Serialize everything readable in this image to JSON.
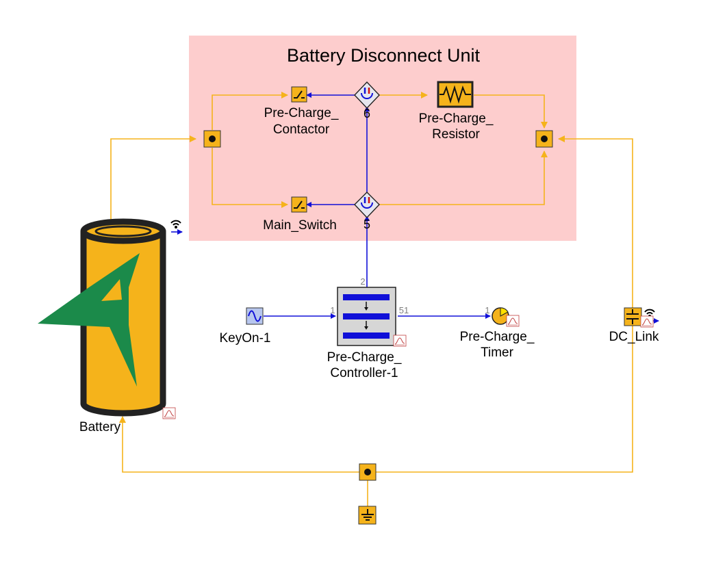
{
  "group": {
    "title": "Battery Disconnect Unit"
  },
  "blocks": {
    "battery": "Battery",
    "dc_link": "DC_Link",
    "key_on": "KeyOn-1",
    "timer_line1": "Pre-Charge_",
    "timer_line2": "Timer",
    "controller_line1": "Pre-Charge_",
    "controller_line2": "Controller-1",
    "contactor_line1": "Pre-Charge_",
    "contactor_line2": "Contactor",
    "resistor_line1": "Pre-Charge_",
    "resistor_line2": "Resistor",
    "main_switch": "Main_Switch",
    "demux_top_index": "6",
    "demux_bottom_index": "5"
  },
  "ports": {
    "controller_top": "2",
    "controller_left": "1",
    "controller_right": "51",
    "timer_in": "1"
  },
  "colors": {
    "electrical_wire": "#f5b31b",
    "signal_wire": "#1010d8",
    "group_background": "#fdcdcd",
    "component_fill": "#f5b31b",
    "battery_logo": "#1b8a4a"
  },
  "icons": {
    "battery": "battery-cell-icon",
    "dc_link": "capacitor-icon",
    "ground": "ground-icon",
    "node": "junction-node-icon",
    "switch": "switch-icon",
    "resistor": "resistor-icon",
    "demux": "signal-demux-icon",
    "source": "sine-source-icon",
    "timer": "timer-icon",
    "controller": "state-chart-icon",
    "plot": "plot-icon",
    "wireless": "wireless-icon"
  }
}
